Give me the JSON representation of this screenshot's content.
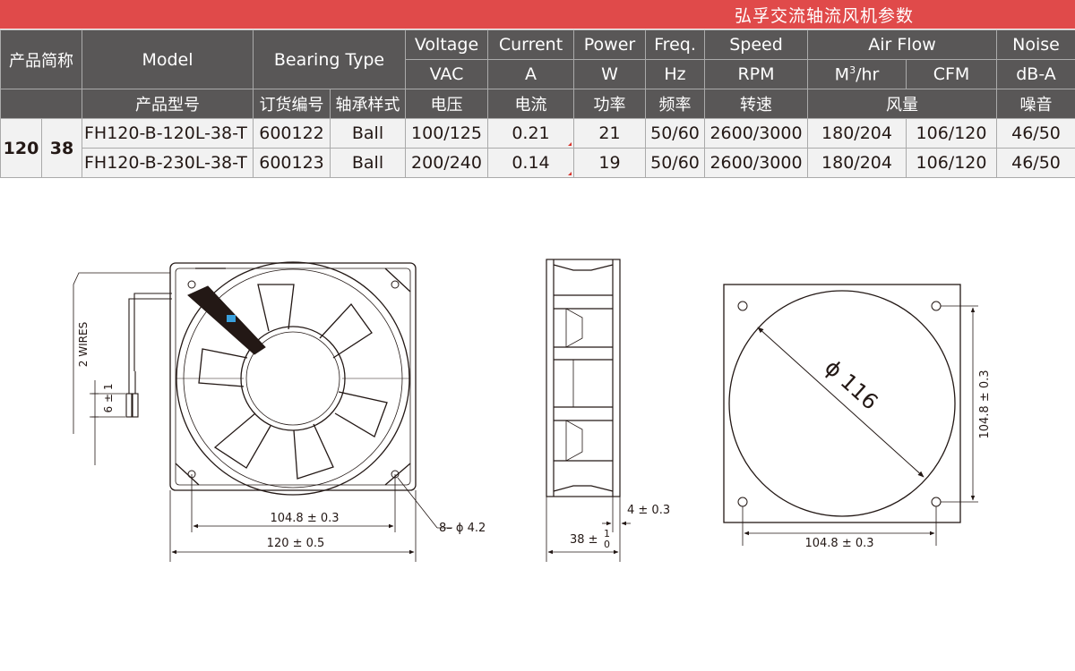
{
  "title": "弘孚交流轴流风机参数",
  "header": {
    "size_label": "产品简称",
    "model": "Model",
    "bearing_type": "Bearing Type",
    "voltage": "Voltage",
    "current": "Current",
    "power": "Power",
    "freq": "Freq.",
    "speed": "Speed",
    "airflow": "Air Flow",
    "noise": "Noise",
    "unit_vac": "VAC",
    "unit_a": "A",
    "unit_w": "W",
    "unit_hz": "Hz",
    "unit_rpm": "RPM",
    "unit_m3hr_base": "M",
    "unit_m3hr_sup": "3",
    "unit_m3hr_tail": "/hr",
    "unit_cfm": "CFM",
    "unit_dba": "dB-A",
    "cn_model": "产品型号",
    "cn_order": "订货编号",
    "cn_bearing": "轴承样式",
    "cn_voltage": "电压",
    "cn_current": "电流",
    "cn_power": "功率",
    "cn_freq": "频率",
    "cn_speed": "转速",
    "cn_airflow": "风量",
    "cn_noise": "噪音"
  },
  "size": {
    "frame": "120",
    "thickness": "38"
  },
  "rows": [
    {
      "model": "FH120-B-120L-38-T",
      "order_no": "600122",
      "bearing": "Ball",
      "voltage": "100/125",
      "current": "0.21",
      "power": "21",
      "freq": "50/60",
      "speed": "2600/3000",
      "airflow_m3hr": "180/204",
      "airflow_cfm": "106/120",
      "noise": "46/50"
    },
    {
      "model": "FH120-B-230L-38-T",
      "order_no": "600123",
      "bearing": "Ball",
      "voltage": "200/240",
      "current": "0.14",
      "power": "19",
      "freq": "50/60",
      "speed": "2600/3000",
      "airflow_m3hr": "180/204",
      "airflow_cfm": "106/120",
      "noise": "46/50"
    }
  ],
  "drawing": {
    "wires_label": "2 WIRES",
    "lead_strip": "6 ± 1",
    "hole_pitch": "104.8 ± 0.3",
    "frame_size": "120 ± 0.5",
    "holes": "8– ϕ 4.2",
    "flange": "4 ± 0.3",
    "depth_base": "38 ±",
    "depth_tol_upper": "1",
    "depth_tol_lower": "0",
    "bore_diameter": "ϕ 116",
    "mount_pitch_h": "104.8 ± 0.3",
    "mount_pitch_v": "104.8 ± 0.3"
  }
}
